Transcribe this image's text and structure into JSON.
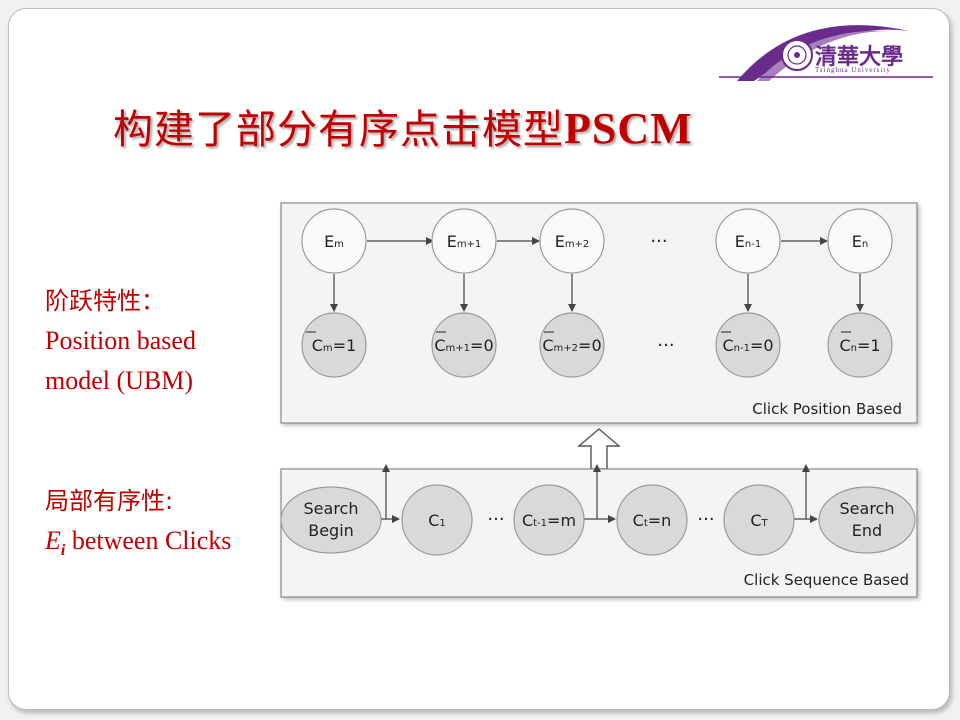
{
  "logo": {
    "chinese_name": "清華大學",
    "english_name": "Tsinghua University"
  },
  "title": {
    "main": "构建了部分有序点击模型",
    "suffix": "PSCM"
  },
  "left_labels": {
    "position": {
      "heading": "阶跃特性：",
      "line1": "Position based",
      "line2": "model (UBM)"
    },
    "sequence": {
      "heading": "局部有序性:",
      "ei_letter": "E",
      "ei_sub": "i",
      "ei_text": " between Clicks"
    }
  },
  "diagram": {
    "top_panel_label": "Click Position Based",
    "bottom_panel_label": "Click Sequence Based",
    "ellipsis": "···",
    "top_nodes": [
      {
        "main": "E",
        "sub": "m",
        "tail": ""
      },
      {
        "main": "E",
        "sub": "m+1",
        "tail": ""
      },
      {
        "main": "E",
        "sub": "m+2",
        "tail": ""
      },
      {
        "main": "E",
        "sub": "n-1",
        "tail": ""
      },
      {
        "main": "E",
        "sub": "n",
        "tail": ""
      }
    ],
    "click_nodes": [
      {
        "main": "C",
        "sub": "m",
        "tail": "=1"
      },
      {
        "main": "C",
        "sub": "m+1",
        "tail": "=0"
      },
      {
        "main": "C",
        "sub": "m+2",
        "tail": "=0"
      },
      {
        "main": "C",
        "sub": "n-1",
        "tail": "=0"
      },
      {
        "main": "C",
        "sub": "n",
        "tail": "=1"
      }
    ],
    "sequence_nodes": [
      {
        "line1": "Search",
        "line2": "Begin"
      },
      {
        "main": "C",
        "sub": "1",
        "tail": ""
      },
      {
        "main": "C",
        "sub": "t-1",
        "tail": "=m"
      },
      {
        "main": "C",
        "sub": "t",
        "tail": "=n"
      },
      {
        "main": "C",
        "sub": "T",
        "tail": ""
      },
      {
        "line1": "Search",
        "line2": "End"
      }
    ]
  },
  "colors": {
    "title_red": "#c00000",
    "logo_purple": "#6a2c8a",
    "panel_bg": "#f4f4f4",
    "node_gray": "#d9d9d9"
  }
}
